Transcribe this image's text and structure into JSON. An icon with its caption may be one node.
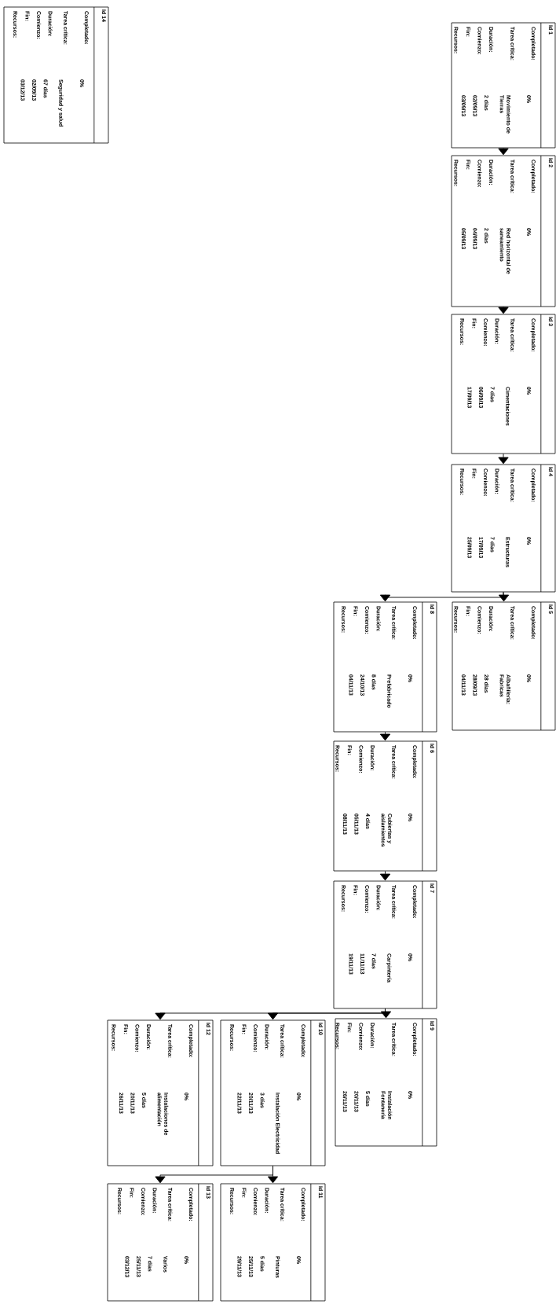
{
  "diagram": {
    "nodes": [
      {
        "text": [
          "Id 1",
          "Completado:",
          "0%",
          "Tarea crítica:",
          "Movimiento de Tierras",
          "Duración:",
          "2 días",
          "Comienzo:",
          "02/09/13",
          "Fin:",
          "03/09/13",
          "Recursos:"
        ]
      },
      {
        "text": [
          "Id 2",
          "Completado:",
          "0%",
          "Tarea crítica:",
          "Red horizontal de saneamiento",
          "Duración:",
          "2 días",
          "Comienzo:",
          "04/09/13",
          "Fin:",
          "05/09/13",
          "Recursos:"
        ]
      },
      {
        "text": [
          "Id 3",
          "Completado:",
          "0%",
          "Tarea crítica:",
          "Cimentaciones",
          "Duración:",
          "7 días",
          "Comienzo:",
          "06/09/13",
          "Fin:",
          "17/09/13",
          "Recursos:"
        ]
      },
      {
        "text": [
          "Id 4",
          "Completado:",
          "0%",
          "Tarea crítica:",
          "Estructuras",
          "Duración:",
          "7 días",
          "Comienzo:",
          "17/09/13",
          "Fin:",
          "25/09/13",
          "Recursos:"
        ]
      },
      {
        "text": [
          "Id 5",
          "Completado:",
          "0%",
          "Tarea crítica:",
          "Albañilería: Fabricas",
          "Duración:",
          "28 días",
          "Comienzo:",
          "28/09/13",
          "Fin:",
          "04/11/13",
          "Recursos:"
        ]
      },
      {
        "text": [
          "Id 6",
          "Completado:",
          "0%",
          "Tarea crítica:",
          "Cubiertas y aislamientos",
          "Duración:",
          "4 días",
          "Comienzo:",
          "05/11/13",
          "Fin:",
          "08/11/13",
          "Recursos:"
        ]
      },
      {
        "text": [
          "Id 7",
          "Completado:",
          "0%",
          "Tarea crítica:",
          "Carpintería",
          "Duración:",
          "7 días",
          "Comienzo:",
          "11/11/13",
          "Fin:",
          "19/11/13",
          "Recursos:"
        ]
      },
      {
        "text": [
          "Id 8",
          "Completado:",
          "0%",
          "Tarea crítica:",
          "Prefabricado",
          "Duración:",
          "8 días",
          "Comienzo:",
          "24/10/13",
          "Fin:",
          "04/11/13",
          "Recursos:"
        ]
      },
      {
        "text": [
          "Id 9",
          "Completado:",
          "0%",
          "Tarea crítica:",
          "Instalación Fontanería",
          "Duración:",
          "5 días",
          "Comienzo:",
          "20/11/13",
          "Fin:",
          "26/11/13",
          "Recursos:"
        ]
      },
      {
        "text": [
          "Id 10",
          "Completado:",
          "0%",
          "Tarea crítica:",
          "Instalación Electricidad",
          "Duración:",
          "3 días",
          "Comienzo:",
          "20/11/13",
          "Fin:",
          "22/11/13",
          "Recursos:"
        ]
      },
      {
        "text": [
          "Id 11",
          "Completado:",
          "0%",
          "Tarea crítica:",
          "Pinturas",
          "Duración:",
          "5 días",
          "Comienzo:",
          "25/11/13",
          "Fin:",
          "29/11/13",
          "Recursos:"
        ]
      },
      {
        "text": [
          "Id 12",
          "Completado:",
          "0%",
          "Tarea crítica:",
          "Instalaciones de alimentación",
          "Duración:",
          "5 días",
          "Comienzo:",
          "20/11/13",
          "Fin:",
          "26/11/13",
          "Recursos:"
        ]
      },
      {
        "text": [
          "Id 13",
          "Completado:",
          "0%",
          "Tarea crítica:",
          "Varios",
          "Duración:",
          "7 días",
          "Comienzo:",
          "25/11/13",
          "Fin:",
          "03/12/13",
          "Recursos:"
        ]
      },
      {
        "text": [
          "Id 14",
          "Completado:",
          "0%",
          "Tarea crítica:",
          "Seguridad y salud",
          "Duración:",
          "67 días",
          "Comienzo:",
          "02/09/13",
          "Fin:",
          "03/12/13",
          "Recursos:"
        ]
      }
    ],
    "edges": [
      {
        "from": 0,
        "to": 1,
        "arrow": "to"
      },
      {
        "from": 1,
        "to": 2,
        "arrow": "to"
      },
      {
        "from": 2,
        "to": 3,
        "arrow": "to"
      },
      {
        "from": 3,
        "to": 4,
        "arrow": "to"
      },
      {
        "from": 3,
        "to": 7,
        "arrow": "to"
      },
      {
        "from": 7,
        "to": 5,
        "arrow": "to"
      },
      {
        "from": 5,
        "to": 6,
        "arrow": "to"
      },
      {
        "from": 6,
        "to": 8,
        "arrow": "to"
      },
      {
        "from": 6,
        "to": 9,
        "arrow": "to"
      },
      {
        "from": 6,
        "to": 11,
        "arrow": "to"
      },
      {
        "from": 9,
        "to": 10,
        "arrow": "to"
      },
      {
        "from": 9,
        "to": 12,
        "arrow": "to"
      }
    ]
  }
}
